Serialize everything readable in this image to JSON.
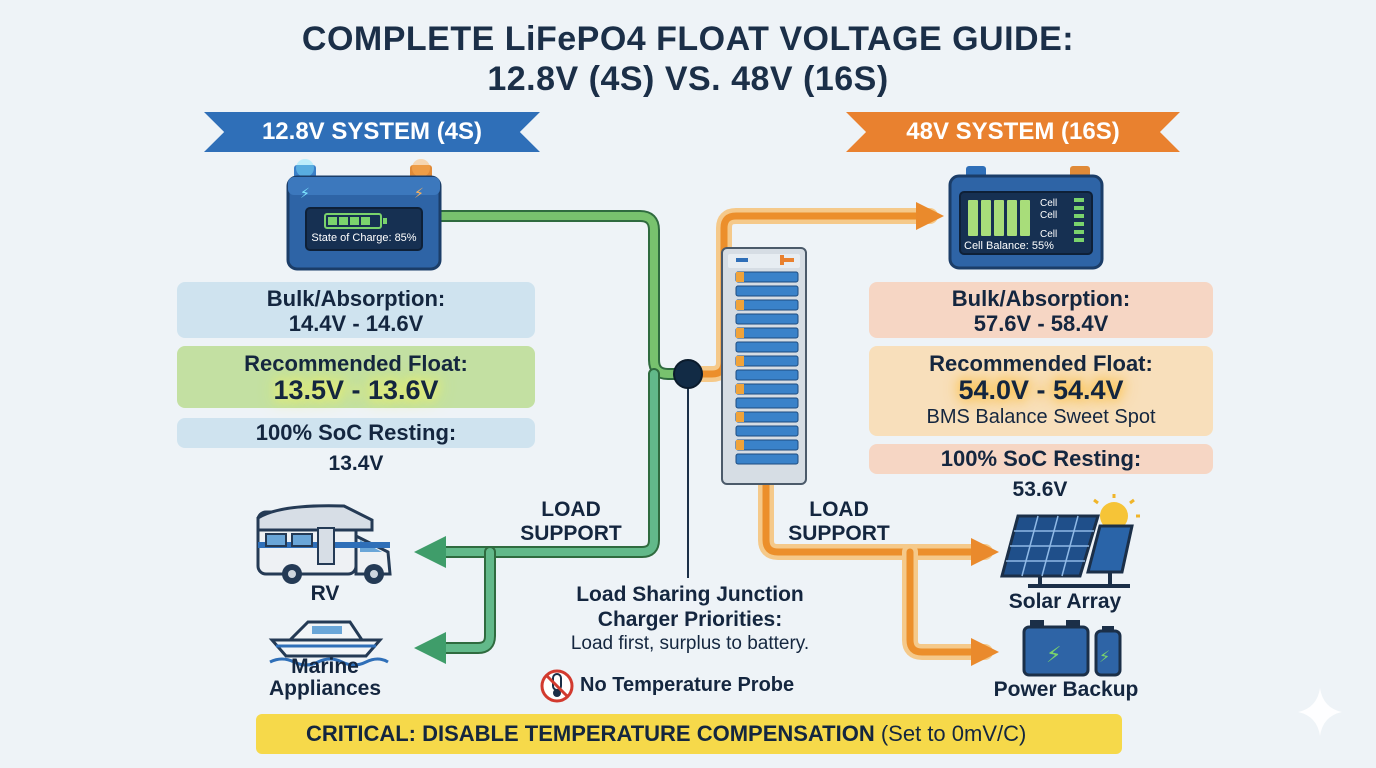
{
  "title": {
    "line1": "COMPLETE LiFePO4 FLOAT VOLTAGE GUIDE:",
    "line2": "12.8V (4S) VS. 48V (16S)"
  },
  "left_system": {
    "banner": "12.8V SYSTEM (4S)",
    "battery_screen": "State of Charge: 85%",
    "bulk_label": "Bulk/Absorption:",
    "bulk_value": "14.4V - 14.6V",
    "float_label": "Recommended Float:",
    "float_value": "13.5V - 13.6V",
    "resting_label": "100% SoC Resting:",
    "resting_value": "13.4V"
  },
  "right_system": {
    "banner": "48V SYSTEM (16S)",
    "battery_cell1": "Cell",
    "battery_cell2": "Cell",
    "battery_cell3": "Cell",
    "battery_balance": "Cell Balance: 55%",
    "bulk_label": "Bulk/Absorption:",
    "bulk_value": "57.6V - 58.4V",
    "float_label": "Recommended Float:",
    "float_value": "54.0V - 54.4V",
    "float_note": "BMS Balance Sweet Spot",
    "resting_label": "100% SoC Resting:",
    "resting_value": "53.6V"
  },
  "center": {
    "load_support_left1": "LOAD",
    "load_support_left2": "SUPPORT",
    "load_support_right1": "LOAD",
    "load_support_right2": "SUPPORT",
    "junction_line1": "Load Sharing Junction",
    "junction_line2": "Charger Priorities:",
    "junction_line3": "Load first, surplus to battery.",
    "no_probe": "No Temperature Probe"
  },
  "loads": {
    "rv": "RV",
    "marine1": "Marine",
    "marine2": "Appliances",
    "solar": "Solar Array",
    "backup": "Power Backup"
  },
  "warning": {
    "bold": "CRITICAL: DISABLE TEMPERATURE COMPENSATION",
    "light": "(Set to 0mV/C)"
  },
  "colors": {
    "blue": "#2f6fb8",
    "orange": "#e9812f",
    "green_line": "#5fb06a",
    "orange_line": "#ef9a3c",
    "navy": "#1b2f48",
    "warning_yellow": "#f6d94a"
  }
}
